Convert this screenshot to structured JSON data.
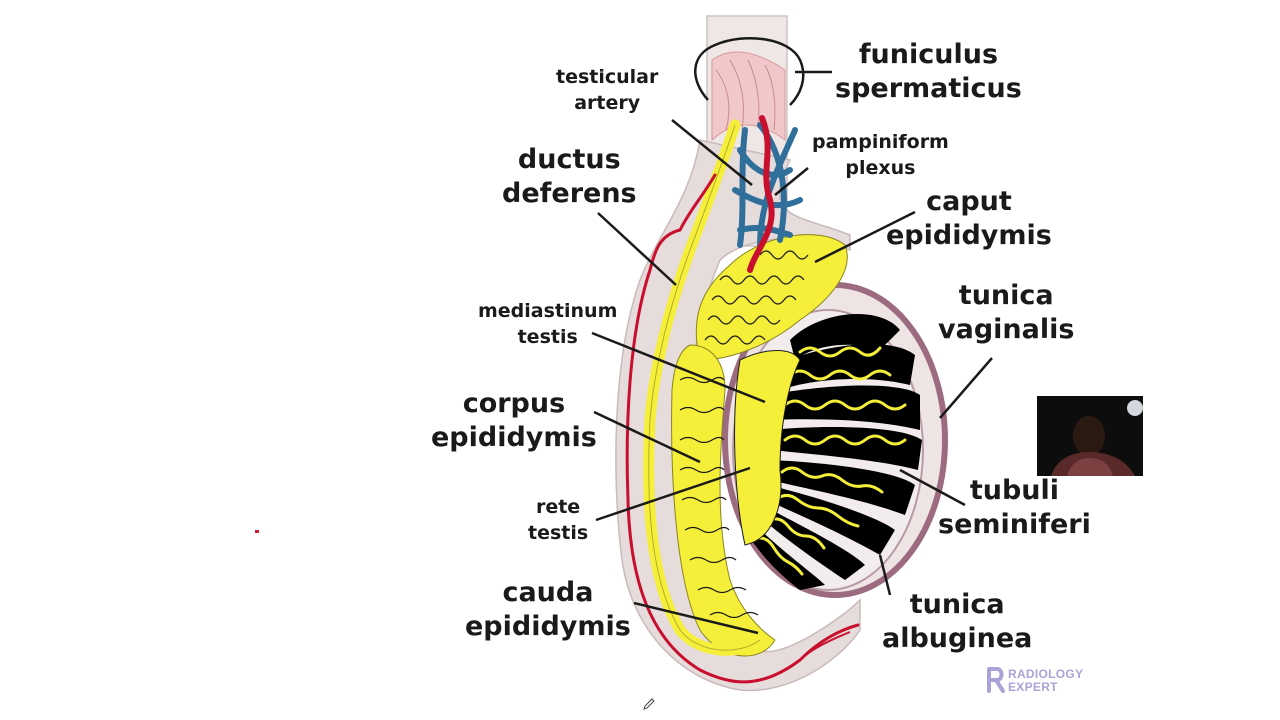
{
  "diagram": {
    "labels": {
      "funiculus_spermaticus": [
        "funiculus",
        "spermaticus"
      ],
      "testicular_artery": [
        "testicular",
        "artery"
      ],
      "pampiniform_plexus": [
        "pampiniform",
        "plexus"
      ],
      "ductus_deferens": [
        "ductus",
        "deferens"
      ],
      "caput_epididymis": [
        "caput",
        "epididymis"
      ],
      "mediastinum_testis": [
        "mediastinum",
        "testis"
      ],
      "tunica_vaginalis": [
        "tunica",
        "vaginalis"
      ],
      "corpus_epididymis": [
        "corpus",
        "epididymis"
      ],
      "rete_testis": [
        "rete",
        "testis"
      ],
      "tubuli_seminiferi": [
        "tubuli",
        "seminiferi"
      ],
      "cauda_epididymis": [
        "cauda",
        "epididymis"
      ],
      "tunica_albuginea": [
        "tunica",
        "albuginea"
      ]
    },
    "colors": {
      "artery": "#c8102e",
      "vein": "#2f6f9a",
      "epididymis_yellow": "#f5ef3a",
      "tubule_black": "#000000",
      "tunica_fill": "#ece1e1",
      "vaginalis_border": "#9c6b80",
      "cord_pink": "#f0c8c8",
      "cord_sheath": "#d9cfcf"
    }
  },
  "watermark": {
    "logo_line1": "RADIOLOGY",
    "logo_line2": "EXPERT",
    "logo_color": "#a9a4d6"
  },
  "webcam": {
    "present": true
  }
}
